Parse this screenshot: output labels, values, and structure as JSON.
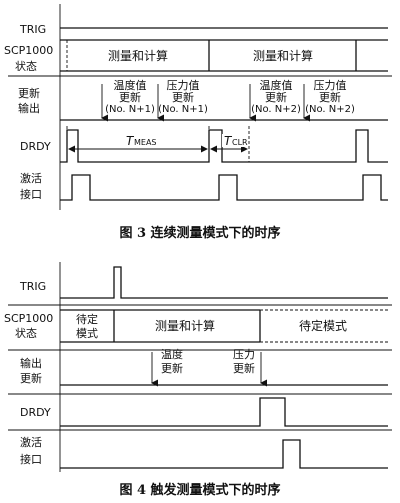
{
  "figure3": {
    "caption": "图 3  连续测量模式下的时序",
    "rows": {
      "trig": "TRIG",
      "state_line1": "SCP1000",
      "state_line2": "状态",
      "update_line1": "更新",
      "update_line2": "输出",
      "drdy": "DRDY",
      "activate_line1": "激活",
      "activate_line2": "接口"
    },
    "states": [
      "测量和计算",
      "测量和计算"
    ],
    "updates": [
      {
        "line1": "温度值",
        "line2": "更新",
        "line3": "(No. N+1)"
      },
      {
        "line1": "压力值",
        "line2": "更新",
        "line3": "(No. N+1)"
      },
      {
        "line1": "温度值",
        "line2": "更新",
        "line3": "(No. N+2)"
      },
      {
        "line1": "压力值",
        "line2": "更新",
        "line3": "(No. N+2)"
      }
    ],
    "tmeas_main": "T",
    "tmeas_sub": "MEAS",
    "tclr_main": "T",
    "tclr_sub": "CLR"
  },
  "figure4": {
    "caption": "图 4  触发测量模式下的时序",
    "rows": {
      "trig": "TRIG",
      "state_line1": "SCP1000",
      "state_line2": "状态",
      "update_line1": "输出",
      "update_line2": "更新",
      "drdy": "DRDY",
      "activate_line1": "激活",
      "activate_line2": "接口"
    },
    "standby_line1": "待定",
    "standby_line2": "模式",
    "measure": "测量和计算",
    "standby_full": "待定模式",
    "updates": [
      {
        "line1": "温度",
        "line2": "更新"
      },
      {
        "line1": "压力",
        "line2": "更新"
      }
    ]
  }
}
